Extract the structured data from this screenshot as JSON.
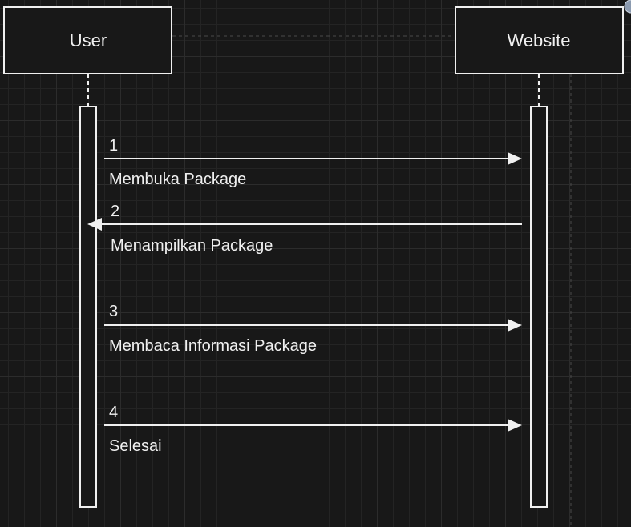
{
  "diagram": {
    "actors": [
      {
        "id": "user",
        "label": "User"
      },
      {
        "id": "website",
        "label": "Website"
      }
    ],
    "messages": [
      {
        "number": "1",
        "label": "Membuka Package",
        "from": "User",
        "to": "Website"
      },
      {
        "number": "2",
        "label": "Menampilkan Package",
        "from": "Website",
        "to": "User"
      },
      {
        "number": "3",
        "label": "Membaca Informasi Package",
        "from": "User",
        "to": "Website"
      },
      {
        "number": "4",
        "label": "Selesai",
        "from": "User",
        "to": "Website"
      }
    ]
  },
  "colors": {
    "background": "#181818",
    "stroke": "#f0f0f0",
    "grid": "#2c2c2c"
  }
}
